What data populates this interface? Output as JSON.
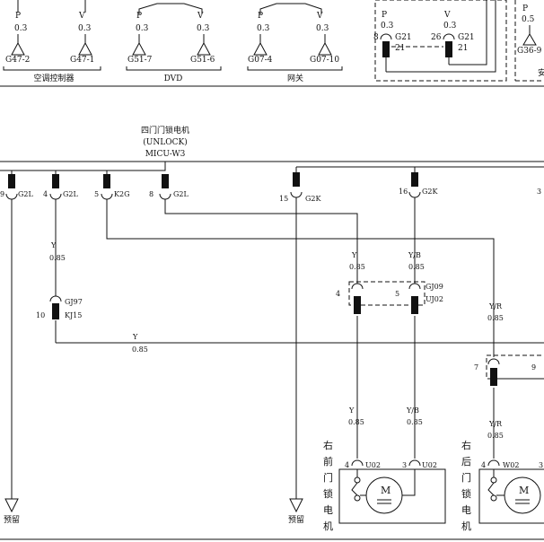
{
  "top_strip": {
    "groups": [
      {
        "name": "空调控制器",
        "left": {
          "color": "P",
          "size": "0.3",
          "conn": "G47-2"
        },
        "right": {
          "color": "V",
          "size": "0.3",
          "conn": "G47-1"
        }
      },
      {
        "name": "DVD",
        "left": {
          "color": "P",
          "size": "0.3",
          "conn": "G51-7"
        },
        "right": {
          "color": "V",
          "size": "0.3",
          "conn": "G51-6"
        }
      },
      {
        "name": "网关",
        "left": {
          "color": "P",
          "size": "0.3",
          "conn": "G07-4"
        },
        "right": {
          "color": "V",
          "size": "0.3",
          "conn": "G07-10"
        }
      }
    ],
    "dashed_box": {
      "left": {
        "color": "P",
        "size": "0.3",
        "pin": "8",
        "conn": "G21",
        "sub": "21"
      },
      "right": {
        "color": "V",
        "size": "0.3",
        "pin": "26",
        "conn": "G21",
        "sub": "21"
      }
    },
    "far_right": {
      "color": "P",
      "size": "0.5",
      "conn": "G36-9",
      "label": "安"
    }
  },
  "micu": {
    "line1": "四门门锁电机",
    "line2": "(UNLOCK)",
    "line3": "MICU-W3"
  },
  "pins": [
    {
      "pin": "9",
      "conn": "G2L"
    },
    {
      "pin": "4",
      "conn": "G2L"
    },
    {
      "pin": "5",
      "conn": "K2G"
    },
    {
      "pin": "8",
      "conn": "G2L"
    },
    {
      "pin": "15",
      "conn": "G2K"
    },
    {
      "pin": "16",
      "conn": "G2K"
    },
    {
      "pin": "3",
      "conn": ""
    }
  ],
  "wires": {
    "w1": {
      "color": "Y",
      "size": "0.85"
    },
    "w2": {
      "color": "Y",
      "size": "0.85"
    },
    "w3": {
      "color": "Y/B",
      "size": "0.85"
    },
    "w4": {
      "color": "Y/R",
      "size": "0.85"
    },
    "w5": {
      "color": "Y",
      "size": "0.85"
    },
    "w6": {
      "color": "Y",
      "size": "0.85"
    },
    "w7": {
      "color": "Y/B",
      "size": "0.85"
    },
    "w8": {
      "color": "Y/R",
      "size": "0.85"
    }
  },
  "connectors": {
    "gj97": {
      "a": "GJ97",
      "b": "KJ15",
      "pin": "10"
    },
    "gj09": {
      "a": "GJ09",
      "b": "UJ02",
      "pin_left": "4",
      "pin_right": "5"
    },
    "right7": {
      "pin_left": "7",
      "pin_right": "9"
    }
  },
  "motors": {
    "front_right": {
      "label": [
        "右",
        "前",
        "门",
        "锁",
        "电",
        "机"
      ],
      "pin_l": "4",
      "pin_r": "3",
      "conn_l": "U02",
      "conn_r": "U02",
      "symbol": "M"
    },
    "rear_right": {
      "label": [
        "右",
        "后",
        "门",
        "锁",
        "电",
        "机"
      ],
      "pin_l": "4",
      "pin_r": "3",
      "conn_l": "W02",
      "symbol": "M"
    }
  },
  "reserves": [
    "预留",
    "预留"
  ]
}
